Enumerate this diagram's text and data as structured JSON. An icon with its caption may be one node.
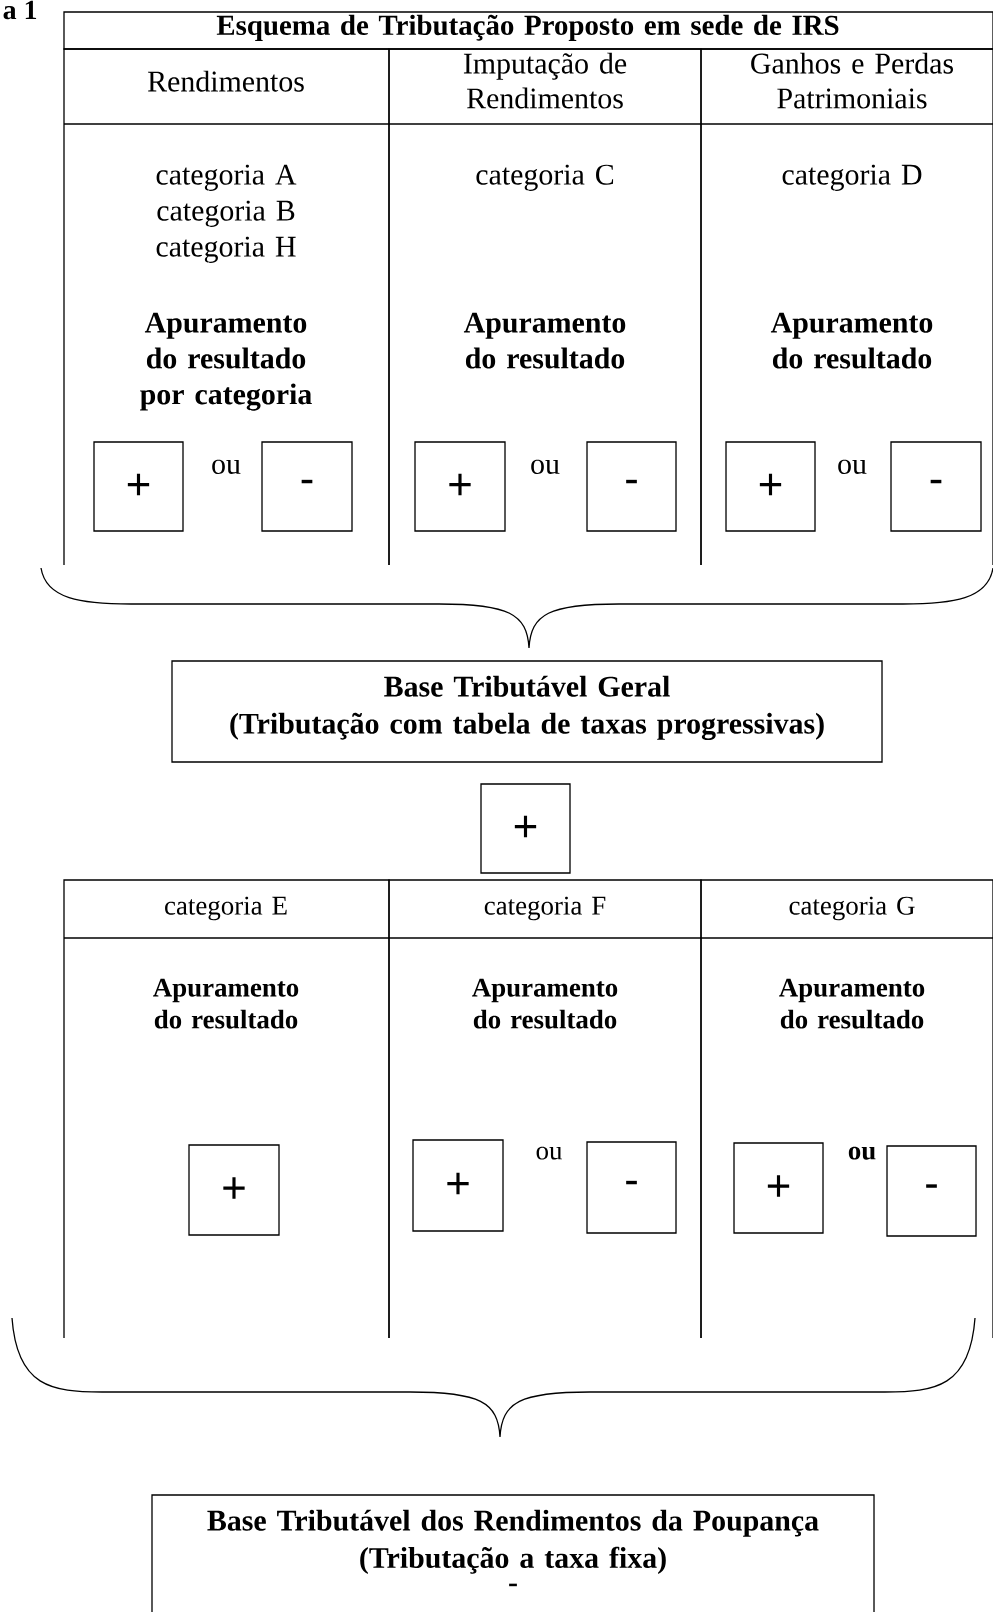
{
  "diagram": {
    "nodes": [
      {
        "text": [
          "Esquema de Tributação Proposto em sede de IRS"
        ]
      },
      {
        "text": [
          "Rendimentos",
          "categoria A",
          "categoria B",
          "categoria H",
          "Apuramento do resultado por categoria",
          "ou"
        ]
      },
      {
        "text": [
          "+"
        ],
        "in": 1
      },
      {
        "text": [
          "-"
        ],
        "in": 1
      },
      {
        "text": [
          "Imputação de Rendimentos",
          "categoria C",
          "Apuramento do resultado",
          "ou"
        ]
      },
      {
        "text": [
          "+"
        ],
        "in": 4
      },
      {
        "text": [
          "-"
        ],
        "in": 4
      },
      {
        "text": [
          "Ganhos e Perdas Patrimoniais",
          "categoria D",
          "Apuramento do resultado",
          "ou"
        ]
      },
      {
        "text": [
          "+"
        ],
        "in": 7
      },
      {
        "text": [
          "-"
        ],
        "in": 7
      },
      {
        "text": [
          "Base Tributável Geral",
          "(Tributação com tabela de taxas progressivas)"
        ]
      },
      {
        "text": [
          "+"
        ]
      },
      {
        "text": [
          "categoria E",
          "Apuramento do resultado"
        ]
      },
      {
        "text": [
          "+"
        ],
        "in": 12
      },
      {
        "text": [
          "categoria F",
          "Apuramento do resultado",
          "ou"
        ]
      },
      {
        "text": [
          "+"
        ],
        "in": 14
      },
      {
        "text": [
          "-"
        ],
        "in": 14
      },
      {
        "text": [
          "categoria G",
          "Apuramento do resultado",
          "ou"
        ]
      },
      {
        "text": [
          "+"
        ],
        "in": 17
      },
      {
        "text": [
          "-"
        ],
        "in": 17
      },
      {
        "text": [
          "Base Tributável dos Rendimentos da Poupança",
          "(Tributação a taxa fixa)",
          "-"
        ]
      }
    ],
    "labels": [
      "a 1"
    ]
  }
}
